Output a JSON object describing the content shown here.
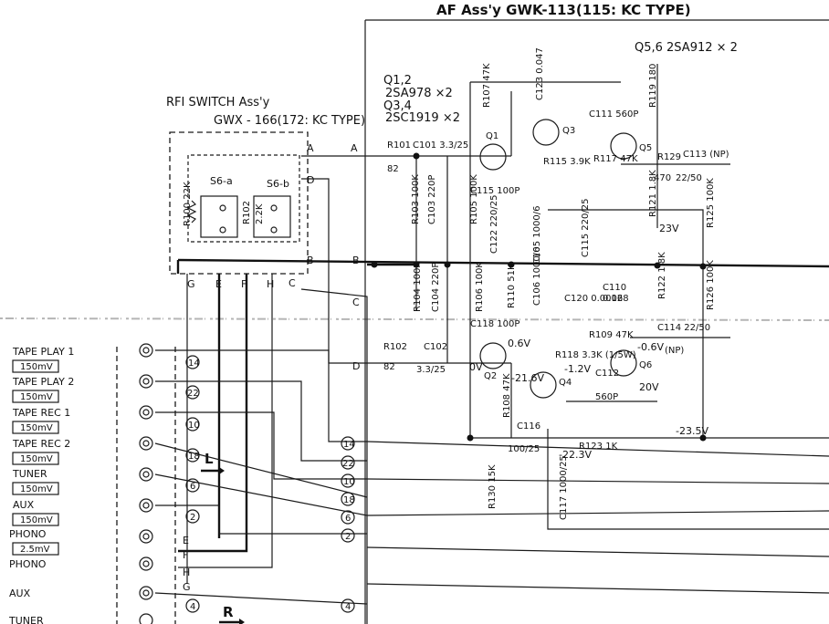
{
  "labels": {
    "af_title": "AF Ass'y  GWK-113(115: KC TYPE)",
    "q56": "Q5,6 2SA912 × 2",
    "q12": "Q1,2",
    "q12_part": "2SA978 ×2",
    "q34": "Q3,4",
    "q34_part": "2SC1919 ×2",
    "rfi_title": "RFI SWITCH Ass'y",
    "rfi_part": "GWX - 166(172: KC TYPE)",
    "s6a": "S6-a",
    "s6b": "S6-b",
    "r100": "R100 22K",
    "r102a": "R102",
    "r102b": "2.2K"
  },
  "nodes": {
    "A": "A",
    "B": "B",
    "C": "C",
    "D": "D",
    "E": "E",
    "F": "F",
    "G": "G",
    "H": "H"
  },
  "components": {
    "r101": "R101",
    "r101v": "82",
    "c101": "C101 3.3/25",
    "r102": "R102",
    "r102v": "82",
    "c102": "C102",
    "c102v": "3.3/25",
    "r103": "R103 100K",
    "c103": "C103 220P",
    "r104": "R104 100K",
    "c104": "C104 220P",
    "r105": "R105 100K",
    "r106": "R106 100K",
    "r107": "R107 47K",
    "c123": "C123 0.047",
    "c115": "C115 100P",
    "c118": "C118 100P",
    "c111": "C111 560P",
    "r119": "R119 180",
    "c112": "C112",
    "c112v": "560P",
    "r129": "R129",
    "r129v": "470",
    "c113": "C113 (NP)",
    "c113v": "22/50",
    "c114": "C114 22/50",
    "c114np": "(NP)",
    "c110": "C110",
    "c110v": "0.068",
    "c120": "C120 0.0012",
    "r121": "R121 1.8K",
    "r122": "R122 1.8K",
    "r125": "R125 100K",
    "r126": "R126 100K",
    "r108": "R108 47K",
    "c116": "C116",
    "c116v": "100/25",
    "r123": "R123 1K",
    "c117": "C117 1000/25",
    "r130": "R130 15K",
    "c105": "C105 1000/6",
    "c106": "C106 1000/6",
    "c115b": "C115 220/25",
    "c122": "C122 220/25",
    "r117": "R117 47K",
    "r118": "R118 3.3K (1/5W)",
    "r109": "R109 47K",
    "r110": "R110 51K",
    "r115": "R115 3.9K"
  },
  "voltages": {
    "v23": "23V",
    "v06": "0.6V",
    "v0": "0V",
    "v216": "-21.6V",
    "v12": "-1.2V",
    "v06n": "-0.6V",
    "v20": "20V",
    "v235": "-23.5V",
    "v223": "-22.3V"
  },
  "inputs": [
    {
      "name": "TAPE PLAY 1",
      "level": "150mV"
    },
    {
      "name": "TAPE PLAY 2",
      "level": "150mV"
    },
    {
      "name": "TAPE REC   1",
      "level": "150mV"
    },
    {
      "name": "TAPE REC   2",
      "level": "150mV"
    },
    {
      "name": "TUNER",
      "level": "150mV"
    },
    {
      "name": "AUX",
      "level": "150mV"
    },
    {
      "name": "PHONO",
      "level": "2.5mV"
    }
  ],
  "lower_inputs": [
    "PHONO",
    "AUX",
    "TUNER"
  ],
  "pins_left": [
    "14",
    "22",
    "10",
    "18",
    "6",
    "2",
    "4"
  ],
  "pins_right": [
    "14",
    "22",
    "10",
    "18",
    "6",
    "2",
    "4"
  ],
  "channel_l": "L",
  "channel_r": "R"
}
